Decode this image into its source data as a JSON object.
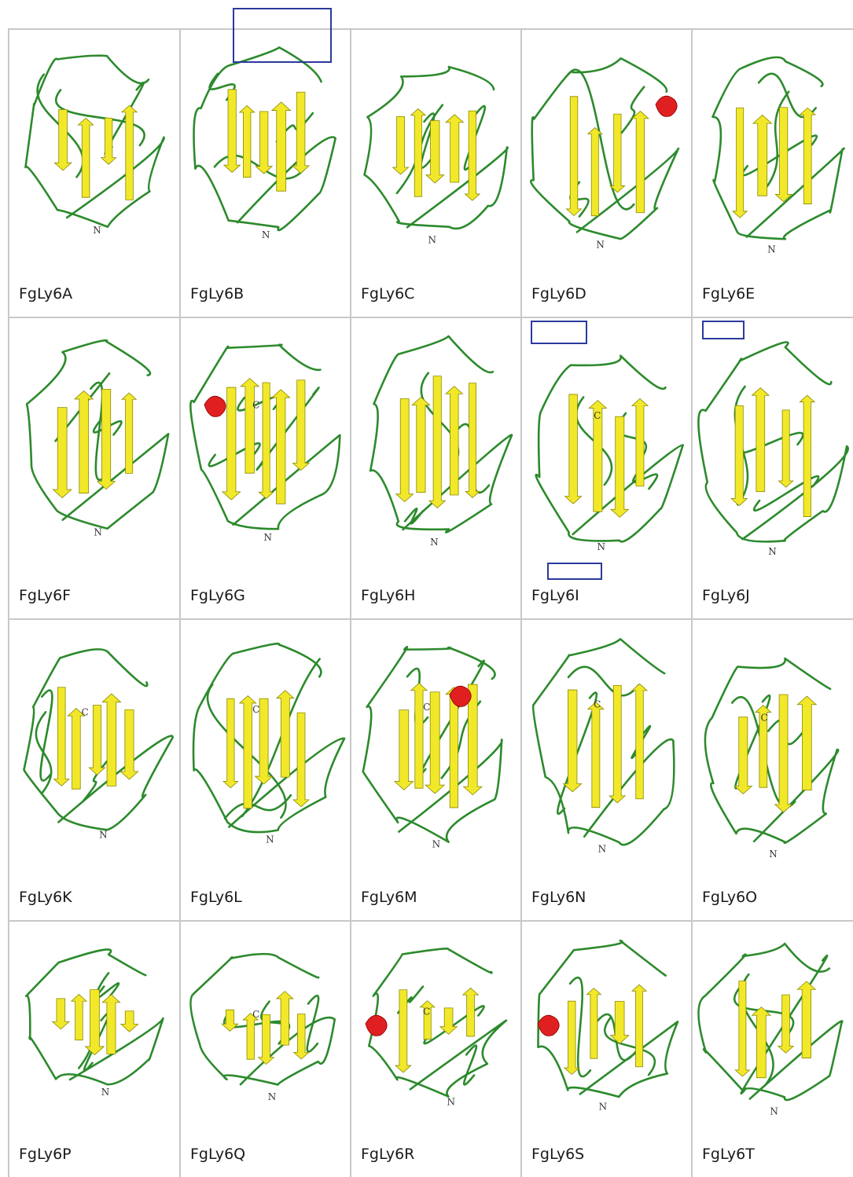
{
  "panels": [
    {
      "label": "FgLy6A"
    },
    {
      "label": "FgLy6B"
    },
    {
      "label": "FgLy6C"
    },
    {
      "label": "FgLy6D"
    },
    {
      "label": "FgLy6E"
    },
    {
      "label": "FgLy6F"
    },
    {
      "label": "FgLy6G"
    },
    {
      "label": "FgLy6H"
    },
    {
      "label": "FgLy6I"
    },
    {
      "label": "FgLy6J"
    },
    {
      "label": "FgLy6K"
    },
    {
      "label": "FgLy6L"
    },
    {
      "label": "FgLy6M"
    },
    {
      "label": "FgLy6N"
    },
    {
      "label": "FgLy6O"
    },
    {
      "label": "FgLy6P"
    },
    {
      "label": "FgLy6Q"
    },
    {
      "label": "FgLy6R"
    },
    {
      "label": "FgLy6S"
    },
    {
      "label": "FgLy6T"
    }
  ],
  "terminus_labels": {
    "n": "N",
    "c": "C"
  },
  "colors": {
    "strand": "#f2e82a",
    "helix": "#e02020",
    "coil": "#2c8a2c",
    "highlight_box": "#2b3a9b",
    "grid_line": "#c8c8c8"
  }
}
